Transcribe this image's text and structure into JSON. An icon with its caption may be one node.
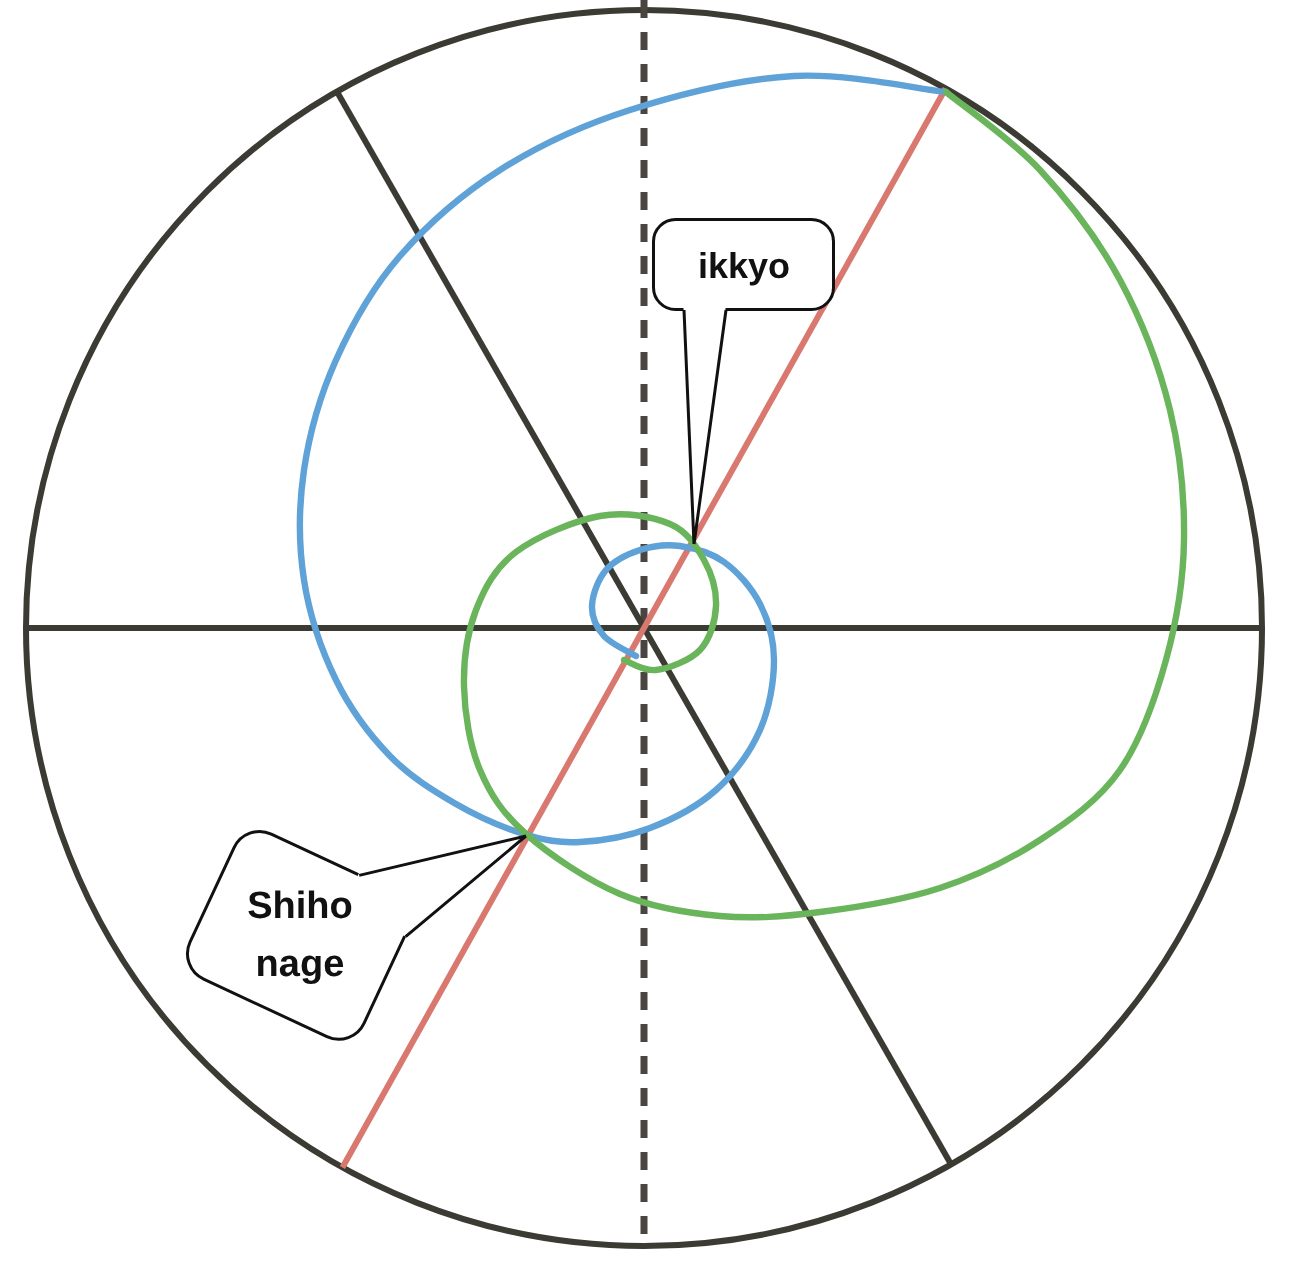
{
  "diagram": {
    "nodes": [
      {
        "text": [
          "ikkyo"
        ]
      },
      {
        "text": [
          "Shiho nage"
        ]
      }
    ],
    "edges": [
      {
        "from": 0,
        "to": null,
        "arrow": "none"
      },
      {
        "from": 1,
        "to": null,
        "arrow": "none"
      }
    ]
  }
}
